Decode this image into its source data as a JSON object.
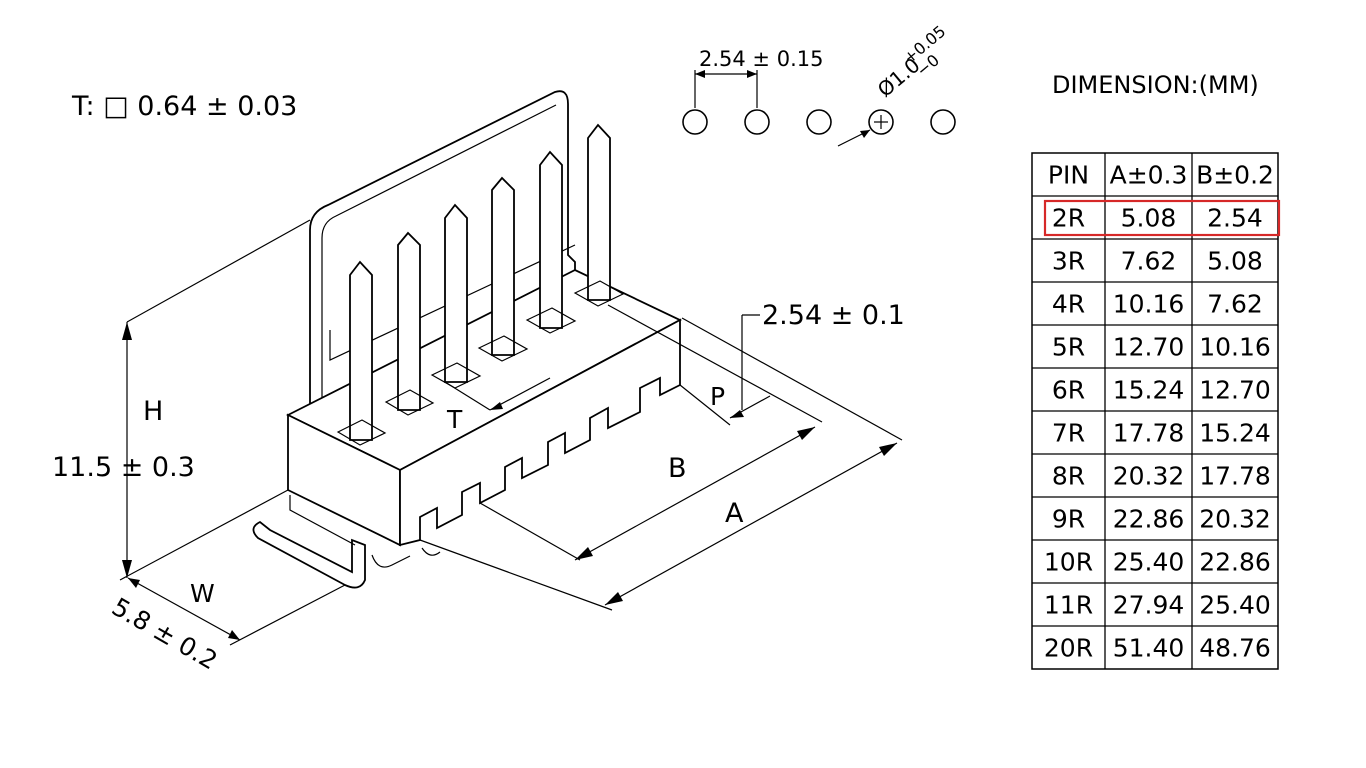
{
  "labels": {
    "thickness": "T: □ 0.64 ± 0.03",
    "pitch_top": "2.54 ± 0.15",
    "hole_dia_main": "Ø1.0",
    "hole_tol_plus": "+0.05",
    "hole_tol_minus": "−0",
    "pitch_side": "2.54 ± 0.1",
    "H": "H",
    "height": "11.5 ± 0.3",
    "W": "W",
    "width": "5.8 ± 0.2",
    "T": "T",
    "P": "P",
    "B": "B",
    "A": "A",
    "dimension_title": "DIMENSION:(MM)"
  },
  "table": {
    "headers": [
      "PIN",
      "A±0.3",
      "B±0.2"
    ],
    "rows": [
      [
        "2R",
        "5.08",
        "2.54"
      ],
      [
        "3R",
        "7.62",
        "5.08"
      ],
      [
        "4R",
        "10.16",
        "7.62"
      ],
      [
        "5R",
        "12.70",
        "10.16"
      ],
      [
        "6R",
        "15.24",
        "12.70"
      ],
      [
        "7R",
        "17.78",
        "15.24"
      ],
      [
        "8R",
        "20.32",
        "17.78"
      ],
      [
        "9R",
        "22.86",
        "20.32"
      ],
      [
        "10R",
        "25.40",
        "22.86"
      ],
      [
        "11R",
        "27.94",
        "25.40"
      ],
      [
        "20R",
        "51.40",
        "48.76"
      ]
    ],
    "highlight_row": 0,
    "highlight_color": "#d62828"
  },
  "colors": {
    "line": "#000000",
    "background": "#ffffff"
  }
}
